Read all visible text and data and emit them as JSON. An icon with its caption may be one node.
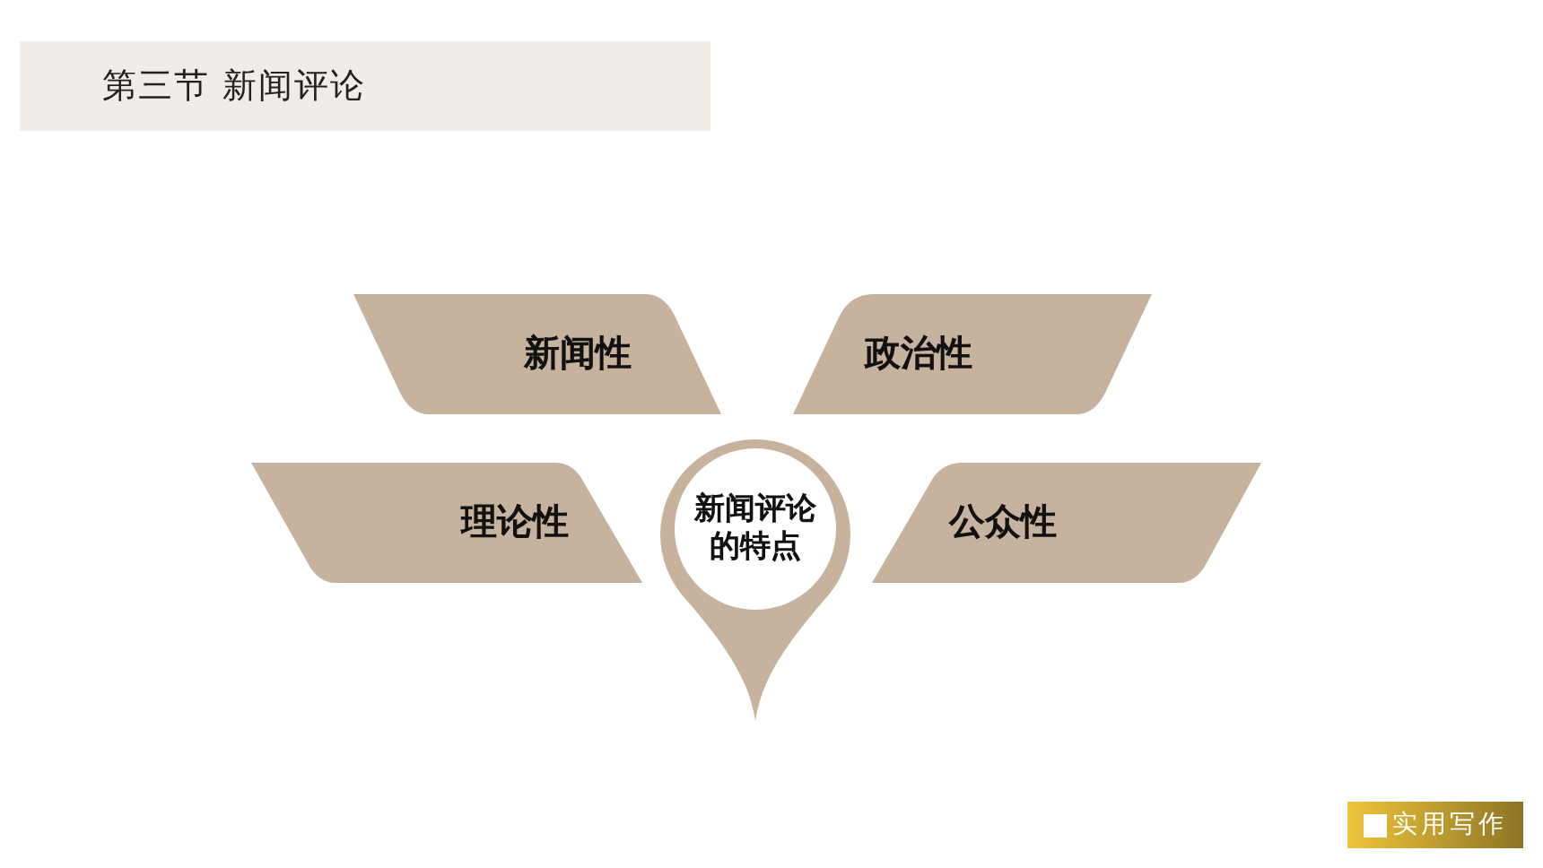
{
  "diagram": {
    "title": "第三节 新闻评论",
    "nodes": [
      {
        "text": [
          "新闻性"
        ]
      },
      {
        "text": [
          "政治性"
        ]
      },
      {
        "text": [
          "理论性"
        ]
      },
      {
        "text": [
          "新闻评论的特点"
        ]
      },
      {
        "text": [
          "公众性"
        ]
      }
    ],
    "labels": [
      "实用写作"
    ]
  }
}
